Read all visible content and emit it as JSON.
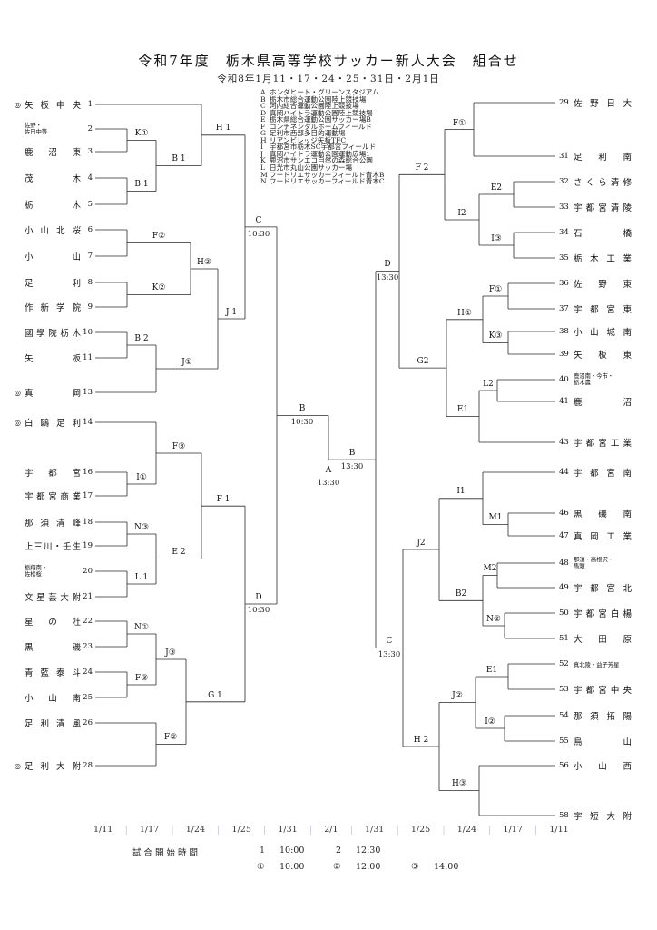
{
  "title": "令和7年度　栃木県高等学校サッカー新人大会　組合せ",
  "subtitle": "令和8年1月11・17・24・25・31日・2月1日",
  "venues": [
    {
      "code": "A",
      "name": "ホンダヒート・グリーンスタジアム"
    },
    {
      "code": "B",
      "name": "栃木市総合運動公園陸上競技場"
    },
    {
      "code": "C",
      "name": "河内総合運動公園陸上競技場"
    },
    {
      "code": "D",
      "name": "真岡ハイトラ運動公園陸上競技場"
    },
    {
      "code": "E",
      "name": "栃木県総合運動公園サッカー場B"
    },
    {
      "code": "F",
      "name": "コンチネンタルホームフィールド"
    },
    {
      "code": "G",
      "name": "足利市西部多目的運動場"
    },
    {
      "code": "H",
      "name": "リアンビレッジ矢板TFC"
    },
    {
      "code": "I",
      "name": "宇都宮市栃木SC宇都宮フィールド"
    },
    {
      "code": "J",
      "name": "真岡ハイトラ運動公園運動広場1"
    },
    {
      "code": "K",
      "name": "鹿沼市サンエコ自然の森総合公園"
    },
    {
      "code": "L",
      "name": "日光市丸山公園サッカー場"
    },
    {
      "code": "M",
      "name": "フードリエサッカーフィールド青木B"
    },
    {
      "code": "N",
      "name": "フードリエサッカーフィールド青木C"
    }
  ],
  "teams_left": [
    {
      "seed": "◎",
      "name": "矢板中央",
      "no": "1"
    },
    {
      "seed": "",
      "lines": [
        "佐野・",
        "佐日中等"
      ],
      "no": "2"
    },
    {
      "seed": "",
      "name": "鹿沼東",
      "no": "3"
    },
    {
      "seed": "",
      "name": "茂木",
      "no": "4"
    },
    {
      "seed": "",
      "name": "栃木",
      "no": "5"
    },
    {
      "seed": "",
      "name": "小山北桜",
      "no": "6"
    },
    {
      "seed": "",
      "name": "小山",
      "no": "7"
    },
    {
      "seed": "",
      "name": "足利",
      "no": "8"
    },
    {
      "seed": "",
      "name": "作新学院",
      "no": "9"
    },
    {
      "seed": "",
      "name": "國學院栃木",
      "no": "10"
    },
    {
      "seed": "",
      "name": "矢板",
      "no": "11"
    },
    {
      "seed": "◎",
      "name": "真岡",
      "no": "13"
    },
    {
      "seed": "◎",
      "name": "白鷗足利",
      "no": "14"
    },
    {
      "seed": "",
      "name": "宇都宮",
      "no": "16"
    },
    {
      "seed": "",
      "name": "宇都宮商業",
      "no": "17"
    },
    {
      "seed": "",
      "name": "那須清峰",
      "no": "18"
    },
    {
      "seed": "",
      "name": "上三川・壬生",
      "no": "19"
    },
    {
      "seed": "",
      "lines": [
        "栃翔南・",
        "佐松桜"
      ],
      "no": "20"
    },
    {
      "seed": "",
      "name": "文星芸大附",
      "no": "21"
    },
    {
      "seed": "",
      "name": "星の杜",
      "no": "22"
    },
    {
      "seed": "",
      "name": "黒磯",
      "no": "23"
    },
    {
      "seed": "",
      "name": "青藍泰斗",
      "no": "24"
    },
    {
      "seed": "",
      "name": "小山南",
      "no": "25"
    },
    {
      "seed": "",
      "name": "足利清風",
      "no": "26"
    },
    {
      "seed": "◎",
      "name": "足利大附",
      "no": "28"
    }
  ],
  "teams_right": [
    {
      "no": "29",
      "name": "佐野日大"
    },
    {
      "no": "31",
      "name": "足利南"
    },
    {
      "no": "32",
      "name": "さくら清修"
    },
    {
      "no": "33",
      "name": "宇都宮清陵"
    },
    {
      "no": "34",
      "name": "石橋"
    },
    {
      "no": "35",
      "name": "栃木工業"
    },
    {
      "no": "36",
      "name": "佐野東"
    },
    {
      "no": "37",
      "name": "宇都宮東"
    },
    {
      "no": "38",
      "name": "小山城南"
    },
    {
      "no": "39",
      "name": "矢板東"
    },
    {
      "no": "40",
      "lines": [
        "鹿沼南・今市・",
        "栃木農"
      ]
    },
    {
      "no": "41",
      "name": "鹿沼"
    },
    {
      "no": "43",
      "name": "宇都宮工業"
    },
    {
      "no": "44",
      "name": "宇都宮南"
    },
    {
      "no": "46",
      "name": "黒磯南"
    },
    {
      "no": "47",
      "name": "真岡工業"
    },
    {
      "no": "48",
      "lines": [
        "那須・高根沢・",
        "馬頭"
      ]
    },
    {
      "no": "49",
      "name": "宇都宮北"
    },
    {
      "no": "50",
      "name": "宇都宮白楊"
    },
    {
      "no": "51",
      "name": "大田原"
    },
    {
      "no": "52",
      "name_small": "真北陵・益子芳星"
    },
    {
      "no": "53",
      "name": "宇都宮中央"
    },
    {
      "no": "54",
      "name": "那須拓陽"
    },
    {
      "no": "55",
      "name": "烏山"
    },
    {
      "no": "56",
      "name": "小山西"
    },
    {
      "no": "58",
      "name": "宇短大附"
    }
  ],
  "labels": {
    "L_K1": "K①",
    "L_B1a": "B 1",
    "L_B1b": "B 1",
    "L_H1": "H 1",
    "L_F2a": "F②",
    "L_K2": "K②",
    "L_H2": "H②",
    "L_B2": "B 2",
    "L_J1c": "J①",
    "L_J1": "J 1",
    "L_C": "C",
    "L_C_t": "10:30",
    "L_I1": "I①",
    "L_F3a": "F③",
    "L_N3": "N③",
    "L_L1": "L 1",
    "L_E2": "E 2",
    "L_F1": "F 1",
    "L_N1": "N①",
    "L_F3b": "F③",
    "L_J3": "J③",
    "L_F2b": "F②",
    "L_G1": "G 1",
    "L_D": "D",
    "L_D_t": "10:30",
    "L_B": "B",
    "L_B_t": "10:30",
    "A": "A",
    "A_t": "13:30",
    "R_F1a": "F①",
    "R_F2": "F 2",
    "R_E2": "E2",
    "R_I2": "I2",
    "R_I3": "I③",
    "R_D": "D",
    "R_D_t": "13:30",
    "R_F1b": "F①",
    "R_H1": "H①",
    "R_K3": "K③",
    "R_G2": "G2",
    "R_L2": "L2",
    "R_E1a": "E1",
    "R_B": "B",
    "R_B_t": "13:30",
    "R_I1": "I1",
    "R_M1": "M1",
    "R_J2": "J2",
    "R_M2": "M2",
    "R_B2": "B2",
    "R_N2": "N②",
    "R_C": "C",
    "R_C_t": "13:30",
    "R_E1b": "E1",
    "R_J2c": "J②",
    "R_I2c": "I②",
    "R_H2": "H 2",
    "R_H3": "H③"
  },
  "footer": {
    "dates": [
      "1/11",
      "1/17",
      "1/24",
      "1/25",
      "1/31",
      "2/1",
      "1/31",
      "1/25",
      "1/24",
      "1/17",
      "1/11"
    ],
    "date_separator": "｜",
    "kickoff_label": "試合開始時間",
    "slots": [
      {
        "mark": "1",
        "time": "10:00"
      },
      {
        "mark": "2",
        "time": "12:30"
      },
      {
        "mark": "①",
        "time": "10:00"
      },
      {
        "mark": "②",
        "time": "12:00"
      },
      {
        "mark": "③",
        "time": "14:00"
      }
    ]
  }
}
